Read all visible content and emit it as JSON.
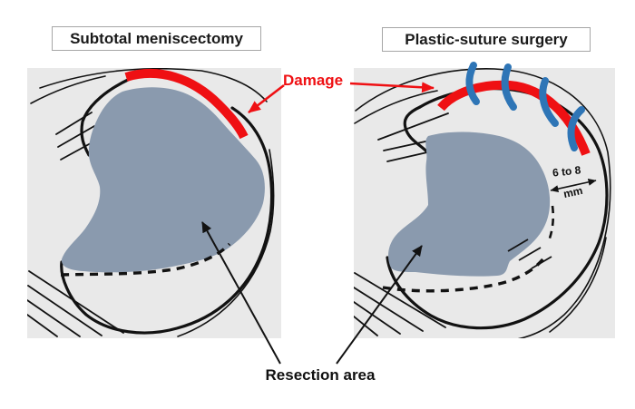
{
  "figure": {
    "left_panel": {
      "title": "Subtotal meniscectomy"
    },
    "right_panel": {
      "title": "Plastic-suture surgery"
    },
    "labels": {
      "damage": "Damage",
      "resection": "Resection area",
      "dimension_value": "6 to 8",
      "dimension_unit": "mm"
    },
    "icons": {
      "damage_arc": "red-damage-arc",
      "sutures": "blue-suture-stitches",
      "dimension_arrow": "double-headed-arrow"
    },
    "colors": {
      "damage-red": "#EF1013",
      "suture-blue": "#2E75B6",
      "resection-fill": "#8A9AAE",
      "panel-bg": "#E9E9E9",
      "box-border": "#A6A6A6",
      "ink": "#121212"
    }
  }
}
